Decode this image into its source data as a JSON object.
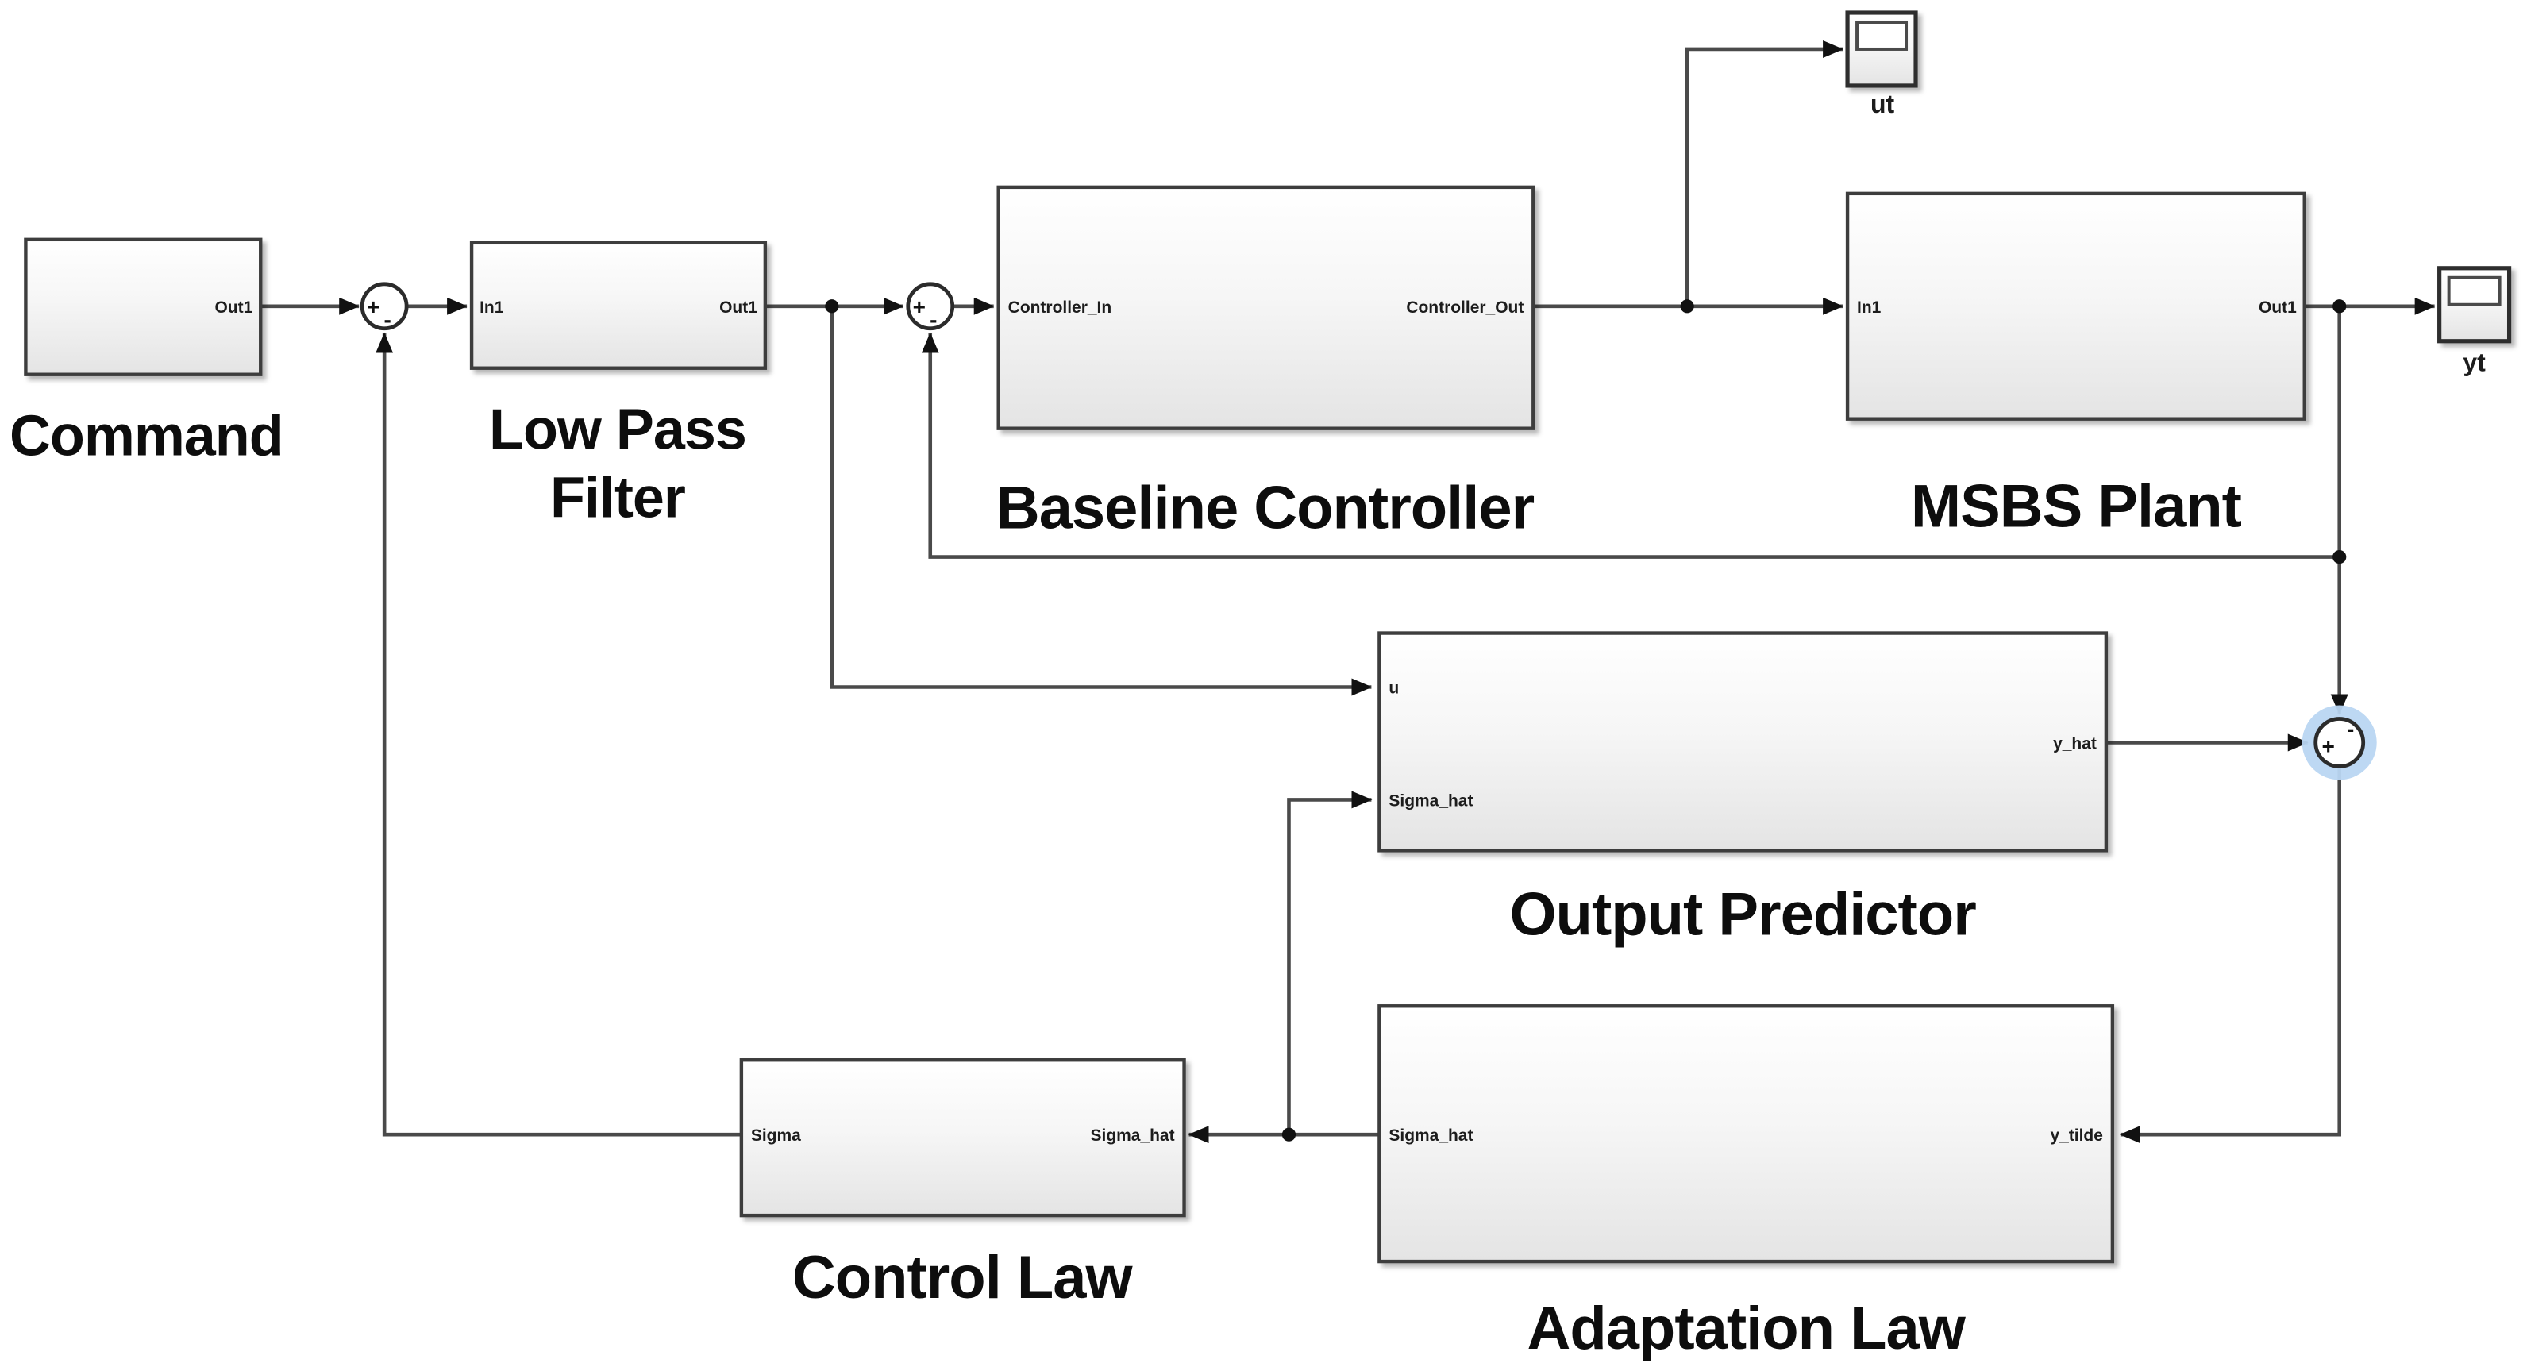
{
  "diagram_title": "MSBS adaptive control Simulink model",
  "colors": {
    "background": "#ffffff",
    "wire": "#4a4a4a",
    "block_border": "#3c3c3c",
    "block_fill_top": "#ffffff",
    "block_fill_bottom": "#e4e4e4",
    "selection_halo": "#b9d6f2",
    "text": "#0d0d0d"
  },
  "blocks": {
    "command": {
      "label": "Command",
      "ports": {
        "out": "Out1"
      }
    },
    "low_pass_filter": {
      "line1": "Low Pass",
      "line2": "Filter",
      "ports": {
        "in": "In1",
        "out": "Out1"
      }
    },
    "baseline_controller": {
      "label": "Baseline Controller",
      "ports": {
        "in": "Controller_In",
        "out": "Controller_Out"
      }
    },
    "msbs_plant": {
      "label": "MSBS Plant",
      "ports": {
        "in": "In1",
        "out": "Out1"
      }
    },
    "output_predictor": {
      "label": "Output Predictor",
      "ports": {
        "u": "u",
        "sigma_hat": "Sigma_hat",
        "y_hat": "y_hat"
      }
    },
    "control_law": {
      "label": "Control Law",
      "ports": {
        "sigma": "Sigma",
        "sigma_hat": "Sigma_hat"
      }
    },
    "adaptation_law": {
      "label": "Adaptation Law",
      "ports": {
        "sigma_hat": "Sigma_hat",
        "y_tilde": "y_tilde"
      }
    }
  },
  "scopes": {
    "ut": {
      "label": "ut"
    },
    "yt": {
      "label": "yt"
    }
  },
  "sums": {
    "sum1": {
      "plus": "+",
      "minus": "-"
    },
    "sum2": {
      "plus": "+",
      "minus": "-"
    },
    "sum3": {
      "plus": "+",
      "minus": "-"
    }
  }
}
